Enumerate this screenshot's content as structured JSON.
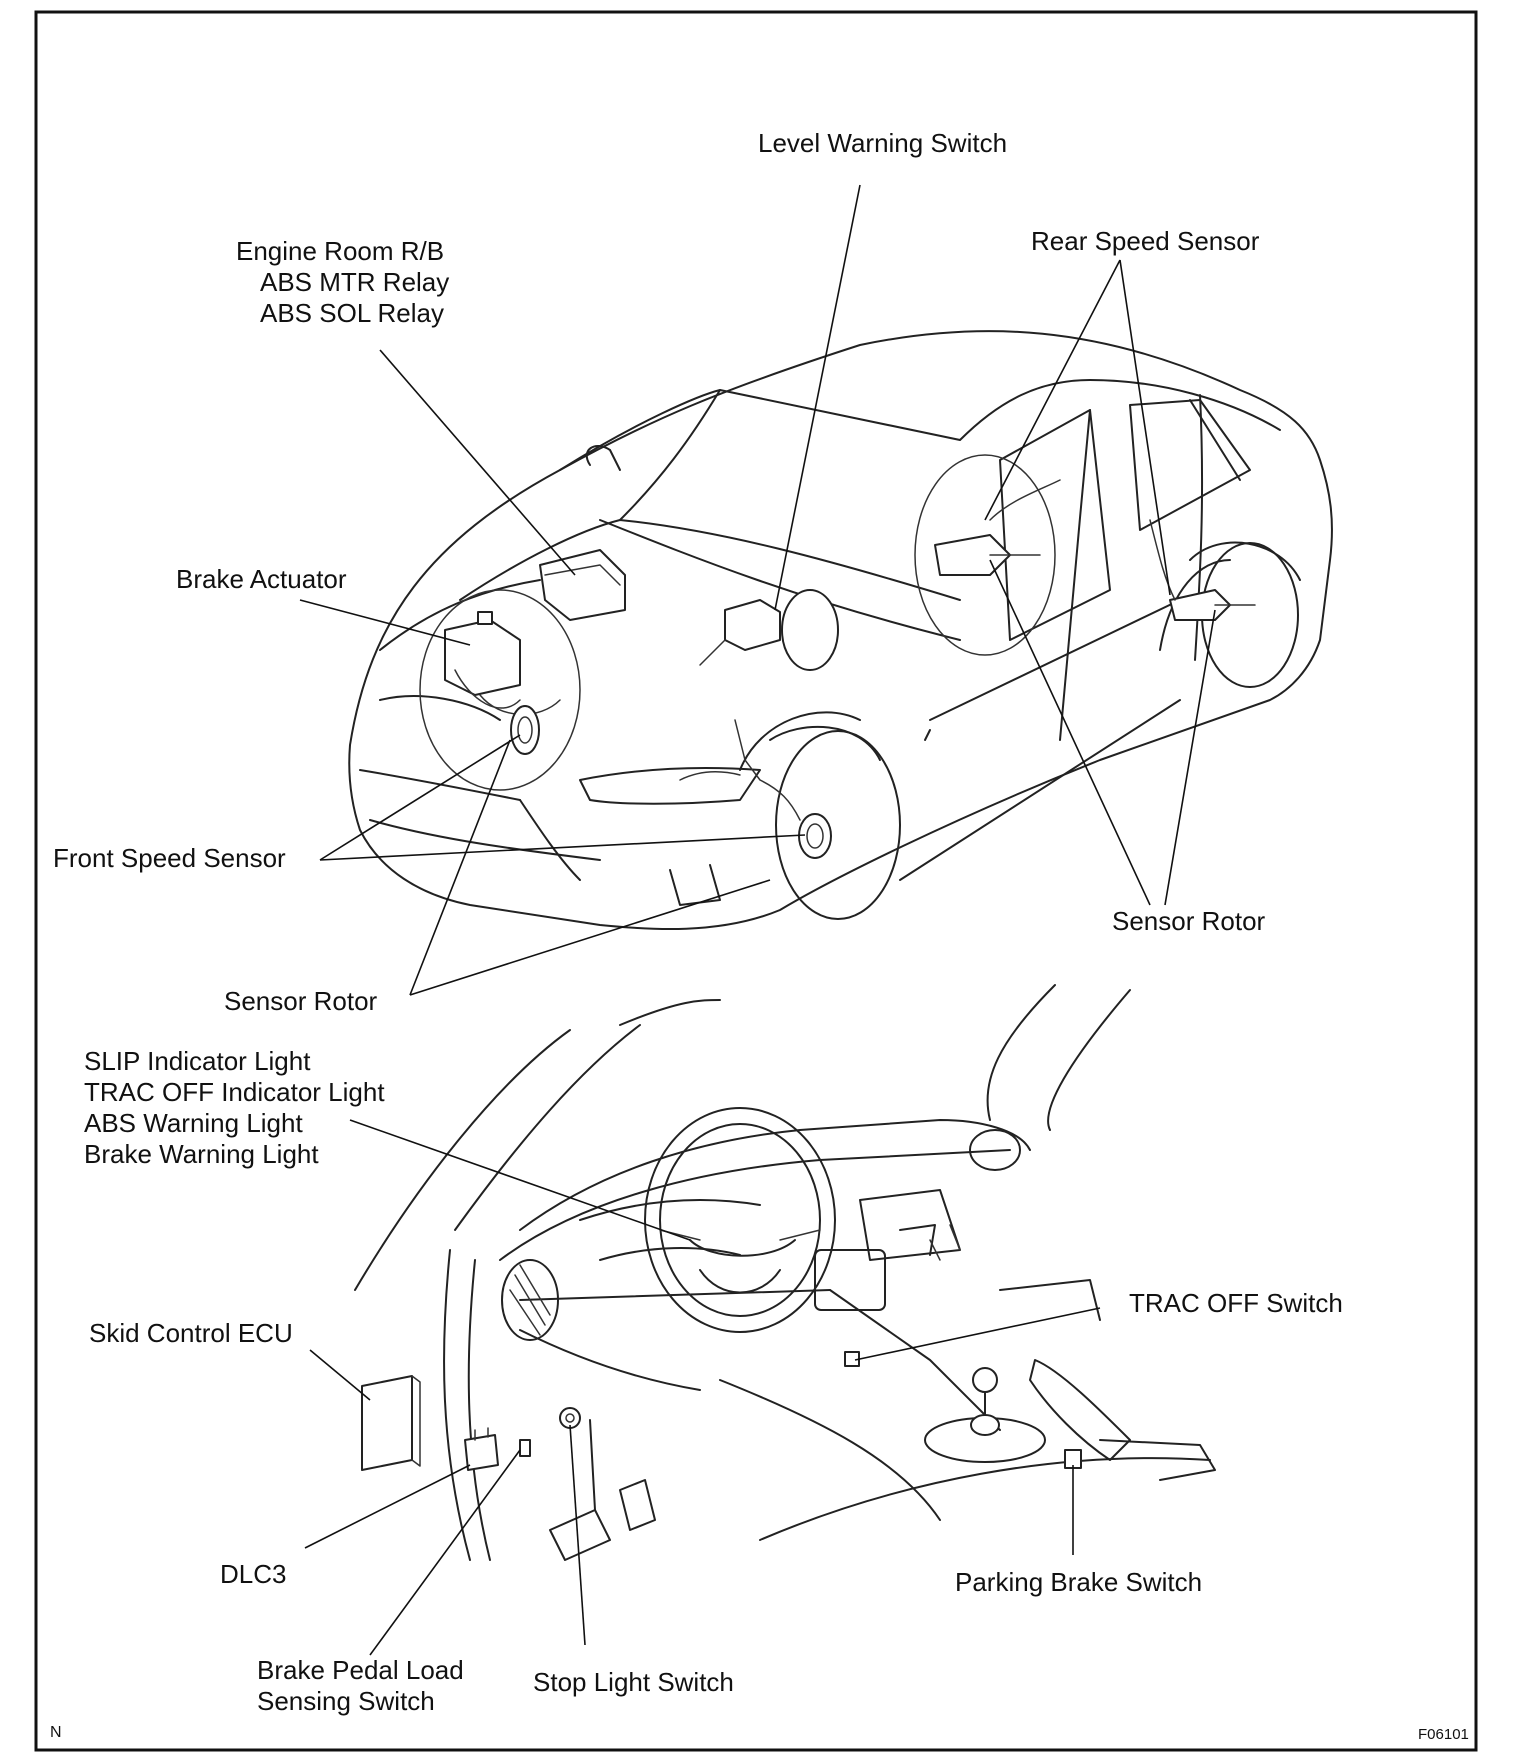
{
  "labels": {
    "level_warning_switch": "Level Warning Switch",
    "engine_room_rb": [
      "Engine Room R/B",
      "ABS MTR Relay",
      "ABS SOL Relay"
    ],
    "rear_speed_sensor": "Rear Speed Sensor",
    "brake_actuator": "Brake Actuator",
    "front_speed_sensor": "Front Speed Sensor",
    "sensor_rotor_rear": "Sensor Rotor",
    "sensor_rotor_front": "Sensor Rotor",
    "indicator_lights": [
      "SLIP Indicator Light",
      "TRAC OFF Indicator Light",
      "ABS Warning Light",
      "Brake Warning Light"
    ],
    "skid_control_ecu": "Skid Control ECU",
    "trac_off_switch": "TRAC OFF Switch",
    "dlc3": "DLC3",
    "parking_brake_switch": "Parking Brake Switch",
    "brake_pedal_load_sensing_switch": [
      "Brake Pedal Load",
      "Sensing Switch"
    ],
    "stop_light_switch": "Stop Light Switch"
  },
  "corner_marks": {
    "left": "N",
    "right": "F06101"
  }
}
